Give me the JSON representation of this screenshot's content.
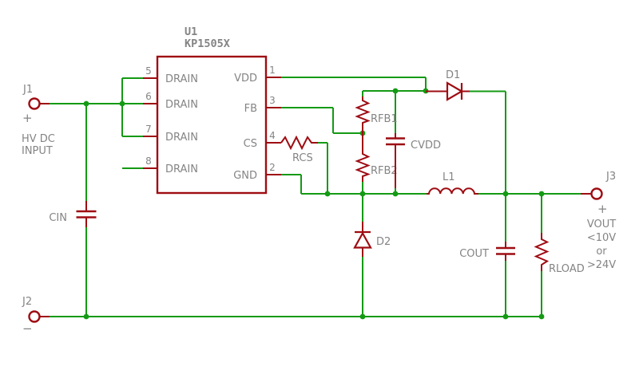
{
  "colors": {
    "wire": "#149a14",
    "component": "#9e0c12",
    "text": "#848484",
    "background": "#ffffff"
  },
  "ic": {
    "refdes": "U1",
    "part_number": "KP1505X",
    "pins_left": [
      {
        "num": "5",
        "name": "DRAIN"
      },
      {
        "num": "6",
        "name": "DRAIN"
      },
      {
        "num": "7",
        "name": "DRAIN"
      },
      {
        "num": "8",
        "name": "DRAIN"
      }
    ],
    "pins_right": [
      {
        "num": "1",
        "name": "VDD"
      },
      {
        "num": "3",
        "name": "FB"
      },
      {
        "num": "4",
        "name": "CS"
      },
      {
        "num": "2",
        "name": "GND"
      }
    ]
  },
  "connectors": {
    "j1": {
      "refdes": "J1",
      "polarity": "+",
      "label_lines": [
        "HV DC",
        "INPUT"
      ]
    },
    "j2": {
      "refdes": "J2",
      "polarity": "−"
    },
    "j3": {
      "refdes": "J3",
      "polarity": "+",
      "label_lines": [
        "VOUT",
        "<10V",
        "or",
        ">24V"
      ]
    }
  },
  "components": {
    "cin": "CIN",
    "rcs": "RCS",
    "rfb1": "RFB1",
    "rfb2": "RFB2",
    "cvdd": "CVDD",
    "d1": "D1",
    "d2": "D2",
    "l1": "L1",
    "cout": "COUT",
    "rload": "RLOAD"
  }
}
